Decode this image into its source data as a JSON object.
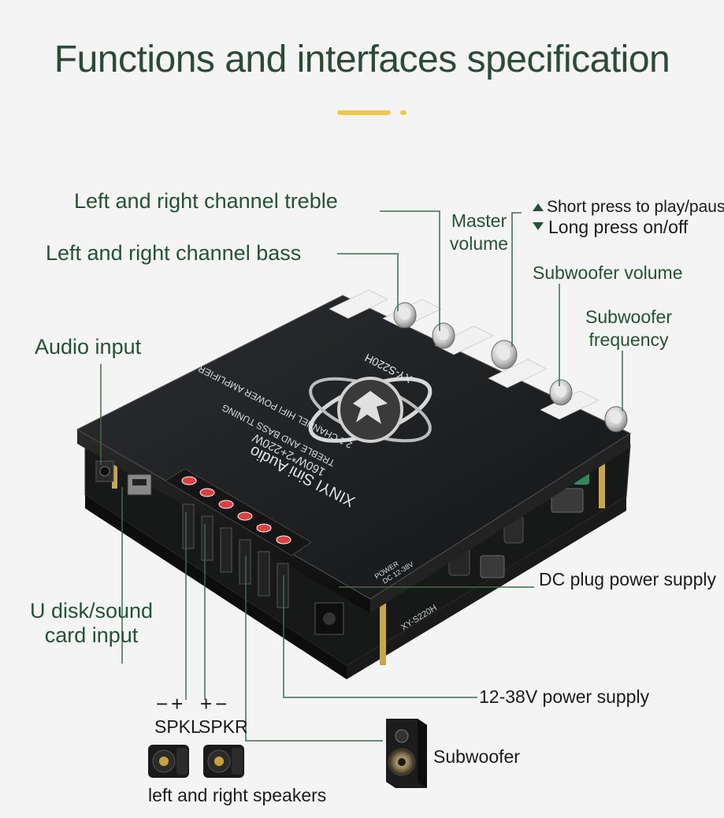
{
  "title": "Functions and interfaces specification",
  "colors": {
    "label_green": "#245236",
    "title_green": "#2c4a38",
    "accent_gold": "#f2c84b",
    "board_black": "#1d1f21",
    "line_green": "#3b6e4c"
  },
  "callouts": {
    "treble": "Left and right channel treble",
    "bass": "Left and right channel bass",
    "master_line1": "Master",
    "master_line2": "volume",
    "short_press": "Short press to play/pause",
    "long_press": "Long press on/off",
    "subwoofer_volume": "Subwoofer volume",
    "subwoofer_freq_line1": "Subwoofer",
    "subwoofer_freq_line2": "frequency",
    "audio_input": "Audio input",
    "udisk_line1": "U disk/sound",
    "udisk_line2": "card input",
    "dc_plug": "DC plug power supply",
    "power_supply": "12-38V power supply",
    "subwoofer": "Subwoofer",
    "left_right_speakers": "left and right speakers"
  },
  "terminals": {
    "spkl_polarity": "−+",
    "spkr_polarity": "+−",
    "spkl": "SPKL",
    "spkr": "SPKR"
  },
  "board_print": {
    "model": "XY-S220H",
    "brand": "XINYI Sini Audio",
    "power": "160W*2+220W",
    "tuning": "TREBLE AND BASS TUNING",
    "channels": "2.1 CHANNEL HIFI POWER AMPLIFIER",
    "model_side": "XY-S220H",
    "dc_label": "DC 12-38V",
    "power_label": "POWER"
  }
}
